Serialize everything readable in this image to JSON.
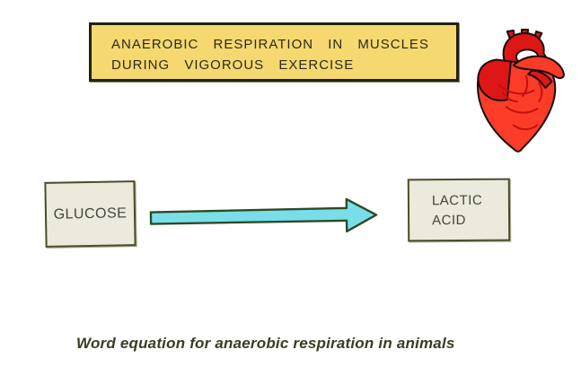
{
  "background_color": "#ffffff",
  "title_box": {
    "line1": "ANAEROBIC RESPIRATION IN MUSCLES",
    "line2": "DURING VIGOROUS EXERCISE",
    "fill": "#f5d86f",
    "border_color": "#23220f",
    "text_color": "#2b2a1b"
  },
  "heart_icon": {
    "name": "anatomical-heart-icon",
    "body_color": "#fb3c28",
    "dark_color": "#dd1616",
    "vein_color": "#c51010",
    "outline_color": "#1c0d06"
  },
  "equation": {
    "reactant_label": "GLUCOSE",
    "product_line1": "LACTIC",
    "product_line2": "ACID",
    "box_fill": "#eceadc",
    "box_border_color": "#4c4c2a",
    "box_text_color": "#45453a",
    "arrow_fill": "#7adee8",
    "arrow_outline_color": "#2c4a28"
  },
  "caption": {
    "text": "Word equation for anaerobic respiration in animals",
    "color": "#3b3b24"
  }
}
